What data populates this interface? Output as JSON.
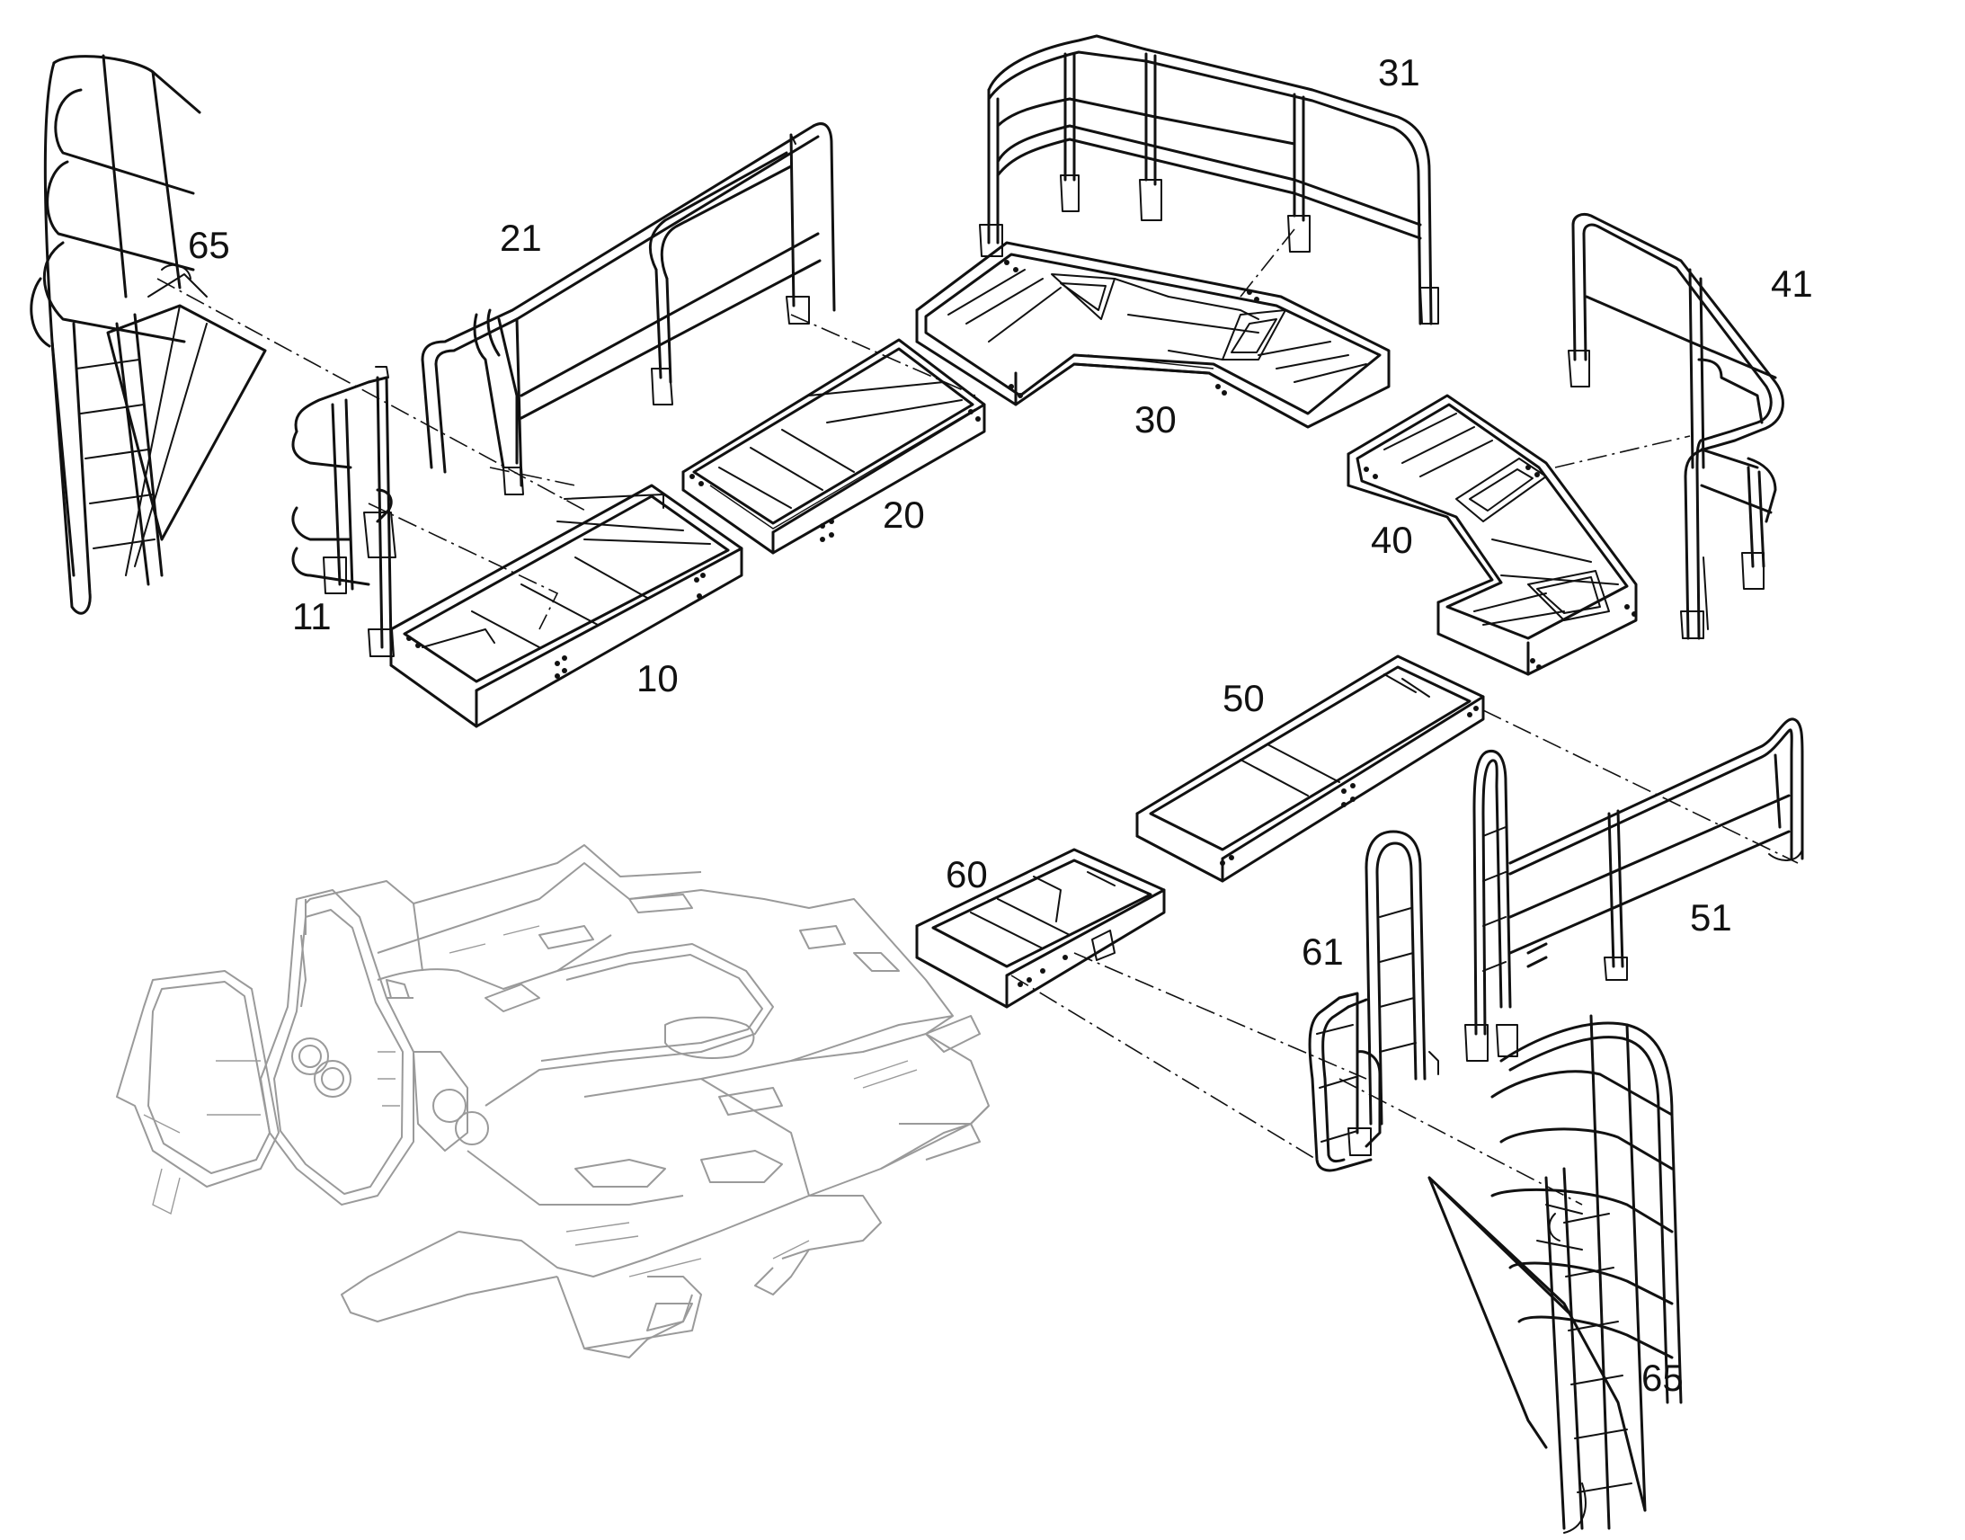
{
  "callouts": [
    {
      "id": "c65a",
      "label": "65"
    },
    {
      "id": "c21",
      "label": "21"
    },
    {
      "id": "c31",
      "label": "31"
    },
    {
      "id": "c41",
      "label": "41"
    },
    {
      "id": "c30",
      "label": "30"
    },
    {
      "id": "c20",
      "label": "20"
    },
    {
      "id": "c40",
      "label": "40"
    },
    {
      "id": "c11",
      "label": "11"
    },
    {
      "id": "c10",
      "label": "10"
    },
    {
      "id": "c50",
      "label": "50"
    },
    {
      "id": "c60",
      "label": "60"
    },
    {
      "id": "c51",
      "label": "51"
    },
    {
      "id": "c61",
      "label": "61"
    },
    {
      "id": "c65b",
      "label": "65"
    }
  ],
  "colors": {
    "line": "#111111",
    "ghost": "#9a9a9a",
    "background": "#ffffff"
  }
}
